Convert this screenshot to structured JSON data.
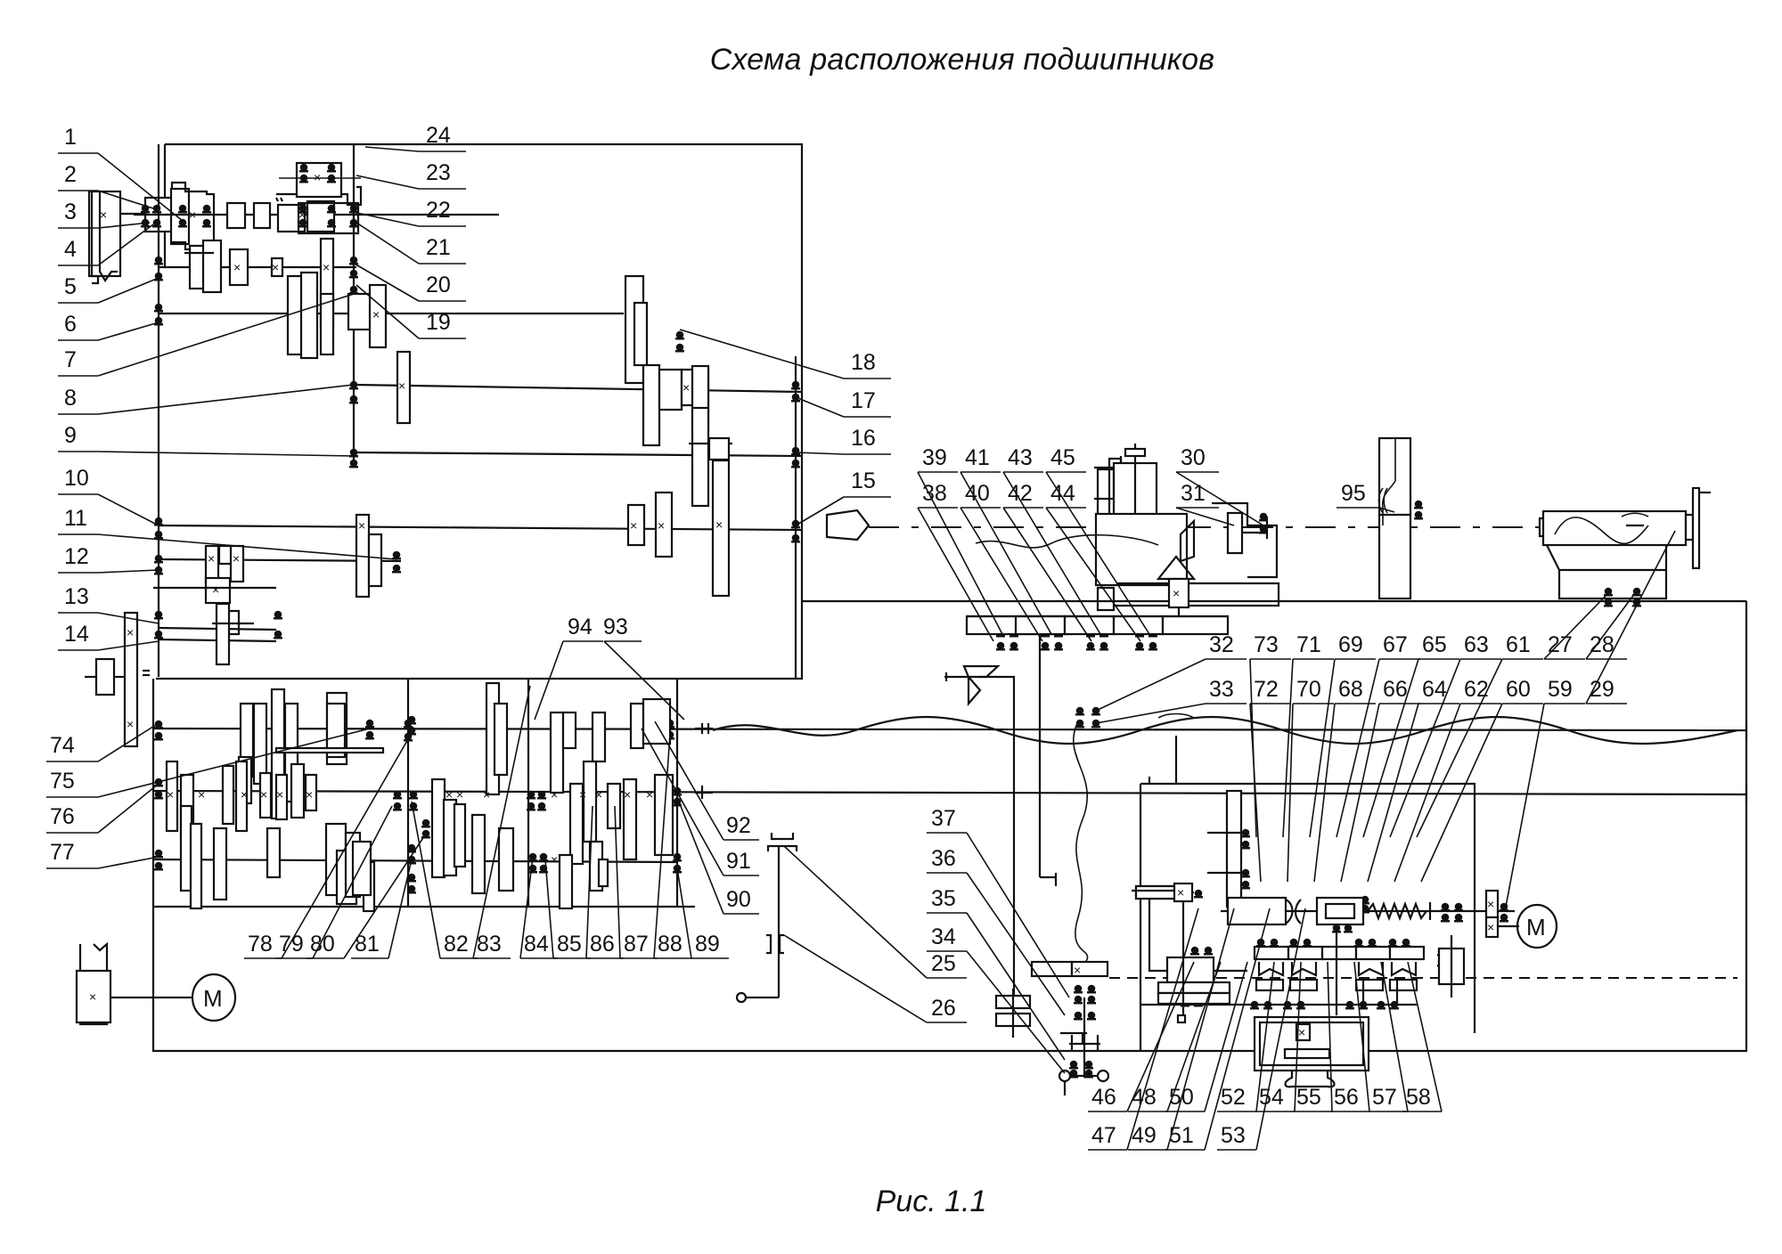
{
  "title": "Схема расположения подшипников",
  "caption": "Рис. 1.1",
  "motor_label": "M",
  "gear_mark": "×",
  "callouts": {
    "headstock_left": [
      "1",
      "2",
      "3",
      "4",
      "5",
      "6",
      "7",
      "8",
      "9",
      "10",
      "11",
      "12",
      "13",
      "14"
    ],
    "headstock_right": [
      "24",
      "23",
      "22",
      "21",
      "20",
      "19",
      "18",
      "17",
      "16",
      "15"
    ],
    "carriage_top_row": [
      "39",
      "41",
      "43",
      "45"
    ],
    "carriage_second_row": [
      "38",
      "40",
      "42",
      "44"
    ],
    "cross_slide": [
      "30",
      "31",
      "95"
    ],
    "apron_top_row": [
      "32",
      "73",
      "71",
      "69",
      "67",
      "65",
      "63",
      "61",
      "27",
      "28"
    ],
    "apron_second_row": [
      "33",
      "72",
      "70",
      "68",
      "66",
      "64",
      "62",
      "60",
      "59",
      "29"
    ],
    "gearbox_left": [
      "74",
      "75",
      "76",
      "77"
    ],
    "gearbox_bottom_row": [
      "78",
      "79",
      "80",
      "81",
      "82",
      "83",
      "84",
      "85",
      "86",
      "87",
      "88",
      "89"
    ],
    "gearbox_right": [
      "94",
      "93",
      "92",
      "91",
      "90"
    ],
    "clutch": [
      "25",
      "26"
    ],
    "apron_left": [
      "37",
      "36",
      "35",
      "34"
    ],
    "apron_bottom_row1": [
      "46",
      "48",
      "50",
      "52",
      "54",
      "55",
      "56",
      "57",
      "58"
    ],
    "apron_bottom_row2": [
      "47",
      "49",
      "51",
      "53"
    ]
  },
  "icons": {
    "bearing": "bearing-symbol",
    "motor": "motor-symbol",
    "gear": "gear-symbol",
    "chuck": "chuck-symbol",
    "tailstock": "tailstock-symbol",
    "handwheel": "handwheel-symbol"
  }
}
